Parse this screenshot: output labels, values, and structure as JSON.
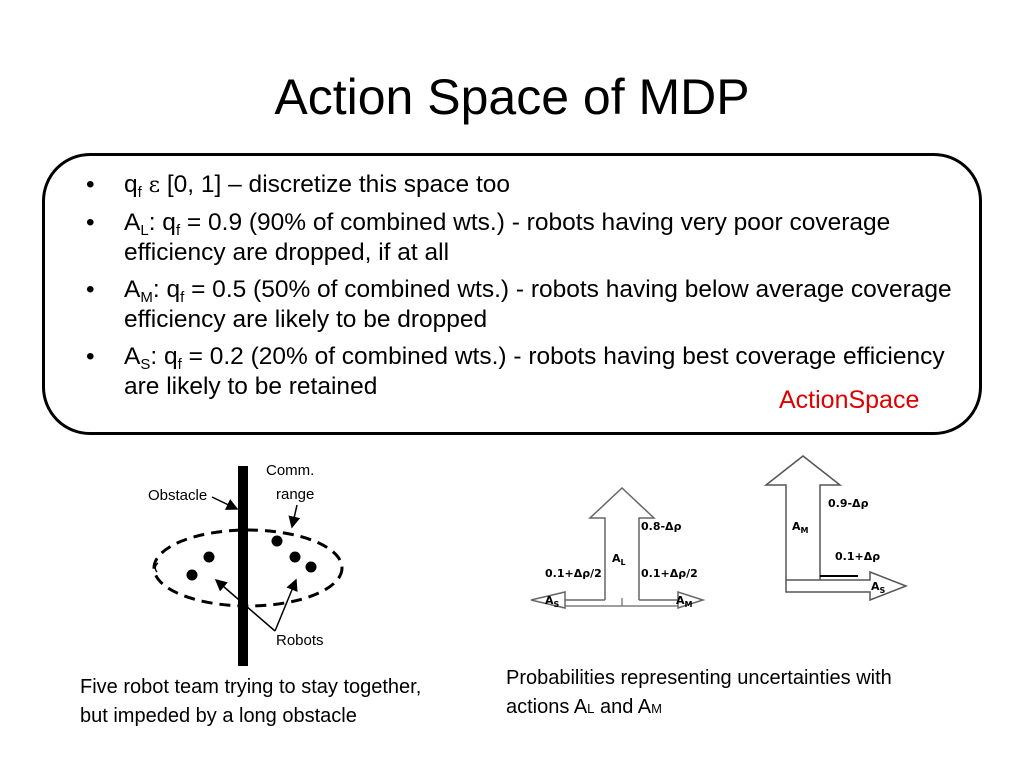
{
  "title": "Action Space of MDP",
  "bullets": [
    {
      "sym": "q",
      "sub": "f",
      "rest": "[0, 1] – discretize this space too",
      "eps": "ε"
    },
    {
      "sym": "A",
      "sub": "L",
      "mid": ": q",
      "sub2": "f",
      "rest": " = 0.9 (90% of combined wts.)  - robots having very poor coverage efficiency are dropped, if at all"
    },
    {
      "sym": "A",
      "sub": "M",
      "mid": ": q",
      "sub2": "f",
      "rest": " = 0.5 (50% of combined wts.)  - robots having below average coverage efficiency are likely to be dropped"
    },
    {
      "sym": "A",
      "sub": "S",
      "mid": ": q",
      "sub2": "f",
      "rest": " = 0.2 (20% of combined wts.)  - robots having best coverage efficiency are likely to be retained"
    }
  ],
  "bullet_char": "•",
  "action_space_label": "ActionSpace",
  "obstacle_figure": {
    "obstacle_label": "Obstacle",
    "comm_range_label_1": "Comm.",
    "comm_range_label_2": "range",
    "robots_label": "Robots"
  },
  "arrow_figure_left": {
    "center_value": "0.8-Δρ",
    "center_action": "A",
    "center_action_sub": "L",
    "left_value": "0.1+Δρ/2",
    "right_value": "0.1+Δρ/2",
    "left_action": "A",
    "left_action_sub": "S",
    "right_action": "A",
    "right_action_sub": "M"
  },
  "arrow_figure_right": {
    "up_value": "0.9-Δρ",
    "up_action": "A",
    "up_action_sub": "M",
    "right_value": "0.1+Δρ",
    "right_action": "A",
    "right_action_sub": "S"
  },
  "caption_left": "Five robot team trying to stay together, but impeded by a long obstacle",
  "caption_right": {
    "text_before": "Probabilities representing uncertainties with actions A",
    "sub1": "L",
    "middle": " and A",
    "sub2": "M"
  }
}
